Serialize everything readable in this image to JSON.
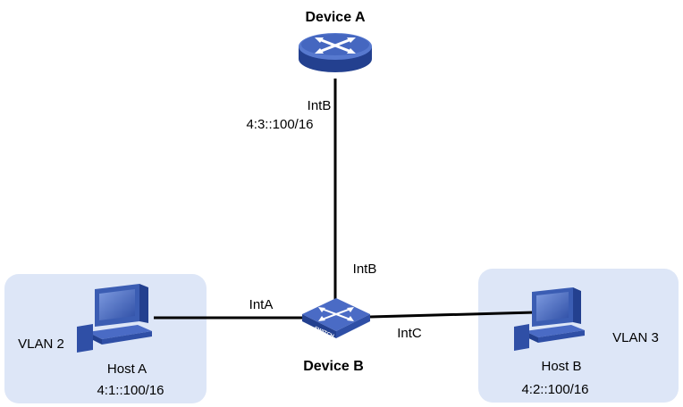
{
  "colors": {
    "vlan_fill": "#dde6f7",
    "link": "#000000",
    "device_blue": "#3b5db3",
    "device_dark": "#23408f",
    "device_light": "#6a8ad6"
  },
  "devices": {
    "device_a": {
      "name": "Device A",
      "icon": "router-icon"
    },
    "device_b": {
      "name": "Device B",
      "icon": "switch-icon",
      "badge": "SWITCH"
    }
  },
  "hosts": {
    "host_a": {
      "name": "Host A",
      "address": "4:1::100/16",
      "icon": "computer-icon"
    },
    "host_b": {
      "name": "Host B",
      "address": "4:2::100/16",
      "icon": "computer-icon"
    }
  },
  "vlans": {
    "vlan2": {
      "label": "VLAN 2"
    },
    "vlan3": {
      "label": "VLAN 3"
    }
  },
  "interfaces": {
    "device_a_intb": {
      "name": "IntB",
      "address": "4:3::100/16"
    },
    "device_b_intb": {
      "name": "IntB"
    },
    "device_b_inta": {
      "name": "IntA"
    },
    "device_b_intc": {
      "name": "IntC"
    }
  }
}
